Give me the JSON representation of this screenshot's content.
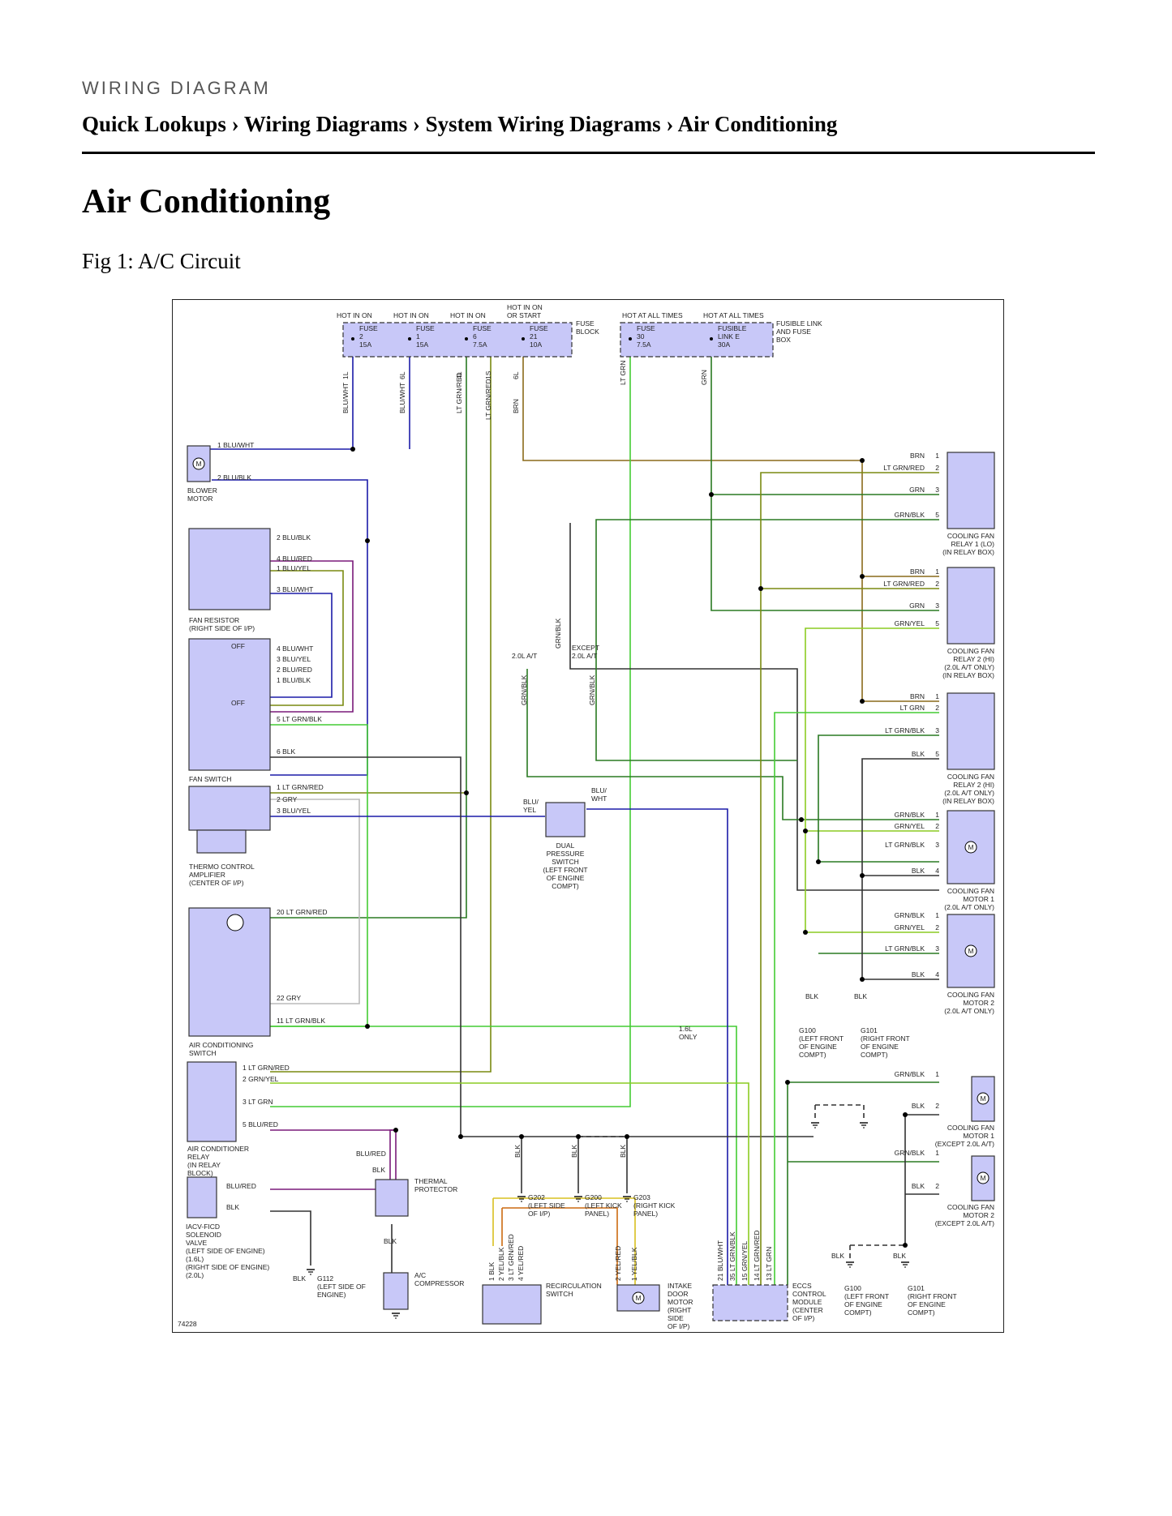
{
  "header": {
    "label": "WIRING DIAGRAM"
  },
  "breadcrumb": {
    "items": [
      "Quick Lookups",
      "Wiring Diagrams",
      "System Wiring Diagrams",
      "Air Conditioning"
    ],
    "separator": " › "
  },
  "page_title": "Air Conditioning",
  "figure": {
    "caption": "Fig 1: A/C Circuit",
    "figure_id": "74228",
    "fuse_block": {
      "label": "FUSE\nBLOCK",
      "fuses": [
        {
          "hot": "HOT IN ON",
          "name": "FUSE",
          "num": "2",
          "amps": "15A",
          "pin": "1L",
          "wire": "BLU/WHT"
        },
        {
          "hot": "HOT IN ON",
          "name": "FUSE",
          "num": "1",
          "amps": "15A",
          "pin": "6L",
          "wire": "BLU/WHT"
        },
        {
          "hot": "HOT IN ON",
          "name": "FUSE",
          "num": "6",
          "amps": "7.5A",
          "pin": "4L",
          "wire": "LT GRN/RED"
        },
        {
          "hot": "HOT IN ON\nOR START",
          "name": "FUSE",
          "num": "21",
          "amps": "10A",
          "pin": "6L",
          "wire": "BRN"
        }
      ],
      "pin_1s": "1S",
      "wire_1s": "LT GRN/RED"
    },
    "fusible_link_box": {
      "label": "FUSIBLE LINK\nAND FUSE\nBOX",
      "fuses": [
        {
          "hot": "HOT AT ALL TIMES",
          "name": "FUSE",
          "num": "30",
          "amps": "7.5A",
          "wire": "LT GRN"
        },
        {
          "hot": "HOT AT ALL TIMES",
          "name": "FUSIBLE",
          "num": "LINK E",
          "amps": "30A",
          "wire": "GRN"
        }
      ]
    },
    "components": [
      {
        "id": "blower-motor",
        "label": "BLOWER\nMOTOR"
      },
      {
        "id": "fan-resistor",
        "label": "FAN RESISTOR\n(RIGHT SIDE OF I/P)"
      },
      {
        "id": "fan-switch",
        "label": "FAN SWITCH"
      },
      {
        "id": "thermo-amp",
        "label": "THERMO CONTROL\nAMPLIFIER\n(CENTER OF I/P)"
      },
      {
        "id": "ac-switch",
        "label": "AIR CONDITIONING\nSWITCH"
      },
      {
        "id": "ac-relay",
        "label": "AIR CONDITIONER\nRELAY\n(IN RELAY\nBLOCK)"
      },
      {
        "id": "iacv",
        "label": "IACV-FICD\nSOLENOID\nVALVE\n(LEFT SIDE OF ENGINE)\n(1.6L)\n(RIGHT SIDE OF ENGINE)\n(2.0L)"
      },
      {
        "id": "thermal-protector",
        "label": "THERMAL\nPROTECTOR"
      },
      {
        "id": "ac-compressor",
        "label": "A/C\nCOMPRESSOR"
      },
      {
        "id": "dual-pressure",
        "label": "DUAL\nPRESSURE\nSWITCH\n(LEFT FRONT\nOF ENGINE\nCOMPT)"
      },
      {
        "id": "recirc-switch",
        "label": "RECIRCULATION\nSWITCH"
      },
      {
        "id": "intake-door",
        "label": "INTAKE\nDOOR\nMOTOR\n(RIGHT\nSIDE\nOF I/P)"
      },
      {
        "id": "eccs",
        "label": "ECCS\nCONTROL\nMODULE\n(CENTER\nOF I/P)"
      },
      {
        "id": "cf-relay1",
        "label": "COOLING FAN\nRELAY 1 (LO)\n(IN RELAY BOX)"
      },
      {
        "id": "cf-relay2a",
        "label": "COOLING FAN\nRELAY 2 (HI)\n(2.0L A/T ONLY)\n(IN RELAY BOX)"
      },
      {
        "id": "cf-relay2b",
        "label": "COOLING FAN\nRELAY 2 (HI)\n(2.0L A/T ONLY)\n(IN RELAY BOX)"
      },
      {
        "id": "cf-motor1a",
        "label": "COOLING FAN\nMOTOR 1\n(2.0L A/T ONLY)"
      },
      {
        "id": "cf-motor2a",
        "label": "COOLING FAN\nMOTOR 2\n(2.0L A/T ONLY)"
      },
      {
        "id": "cf-motor1b",
        "label": "COOLING FAN\nMOTOR 1\n(EXCEPT 2.0L A/T)"
      },
      {
        "id": "cf-motor2b",
        "label": "COOLING FAN\nMOTOR 2\n(EXCEPT 2.0L A/T)"
      }
    ],
    "grounds": [
      {
        "id": "g100a",
        "label": "G100\n(LEFT FRONT\nOF ENGINE\nCOMPT)"
      },
      {
        "id": "g101a",
        "label": "G101\n(RIGHT FRONT\nOF ENGINE\nCOMPT)"
      },
      {
        "id": "g202",
        "label": "G202\n(LEFT SIDE\nOF I/P)"
      },
      {
        "id": "g200",
        "label": "G200\n(LEFT KICK\nPANEL)"
      },
      {
        "id": "g203",
        "label": "G203\n(RIGHT KICK\nPANEL)"
      },
      {
        "id": "g112",
        "label": "G112\n(LEFT SIDE OF\nENGINE)"
      },
      {
        "id": "g100b",
        "label": "G100\n(LEFT FRONT\nOF ENGINE\nCOMPT)"
      },
      {
        "id": "g101b",
        "label": "G101\n(RIGHT FRONT\nOF ENGINE\nCOMPT)"
      }
    ],
    "notes": {
      "v20_at": "2.0L A/T",
      "except_20": "EXCEPT\n2.0L A/T",
      "only_16": "1.6L\nONLY",
      "off": "OFF"
    },
    "colors": {
      "box_fill": "#c8c8f8",
      "blue": "#1c1ca8",
      "brown": "#8a6a1a",
      "dk_green": "#2a7a22",
      "lt_green": "#44cc33",
      "olive": "#7a8a10",
      "yel_grn": "#8ccc22",
      "purple": "#7a1a7a",
      "gray": "#bbbbbb",
      "black": "#333333",
      "orange": "#cc6a10",
      "yellow": "#d8c020"
    }
  }
}
